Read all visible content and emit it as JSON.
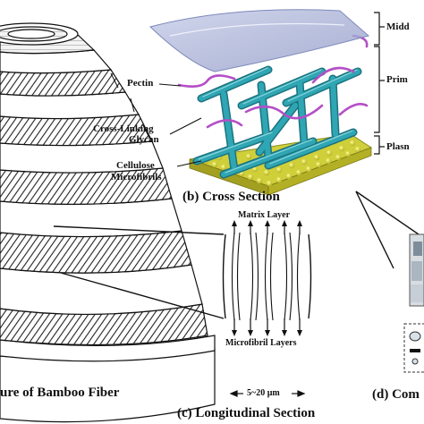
{
  "cross_section": {
    "labels": {
      "pectin": "Pectin",
      "glycan_line1": "Cross-Linking",
      "glycan_line2": "Glycan",
      "cellulose_line1": "Cellulose",
      "cellulose_line2": "Microfibrils"
    },
    "side_labels": {
      "middle": "Midd",
      "primary": "Prim",
      "plasma": "Plasn"
    },
    "caption": "(b) Cross Section"
  },
  "bamboo_fiber": {
    "caption": "ure of Bamboo Fiber"
  },
  "longitudinal": {
    "top_label": "Matrix Layer",
    "bottom_label": "Microfibril Layers",
    "dimension": "5~20 μm",
    "caption": "(c) Longitudinal Section"
  },
  "composition": {
    "caption": "(d) Com"
  },
  "colors": {
    "fibril": "#2fa6b3",
    "fibril_dark": "#1c7480",
    "pectin": "#b44fc7",
    "membrane": "#c9c933",
    "membrane_head": "#e3e23a",
    "wall_sheet": "#aeb6d8"
  }
}
